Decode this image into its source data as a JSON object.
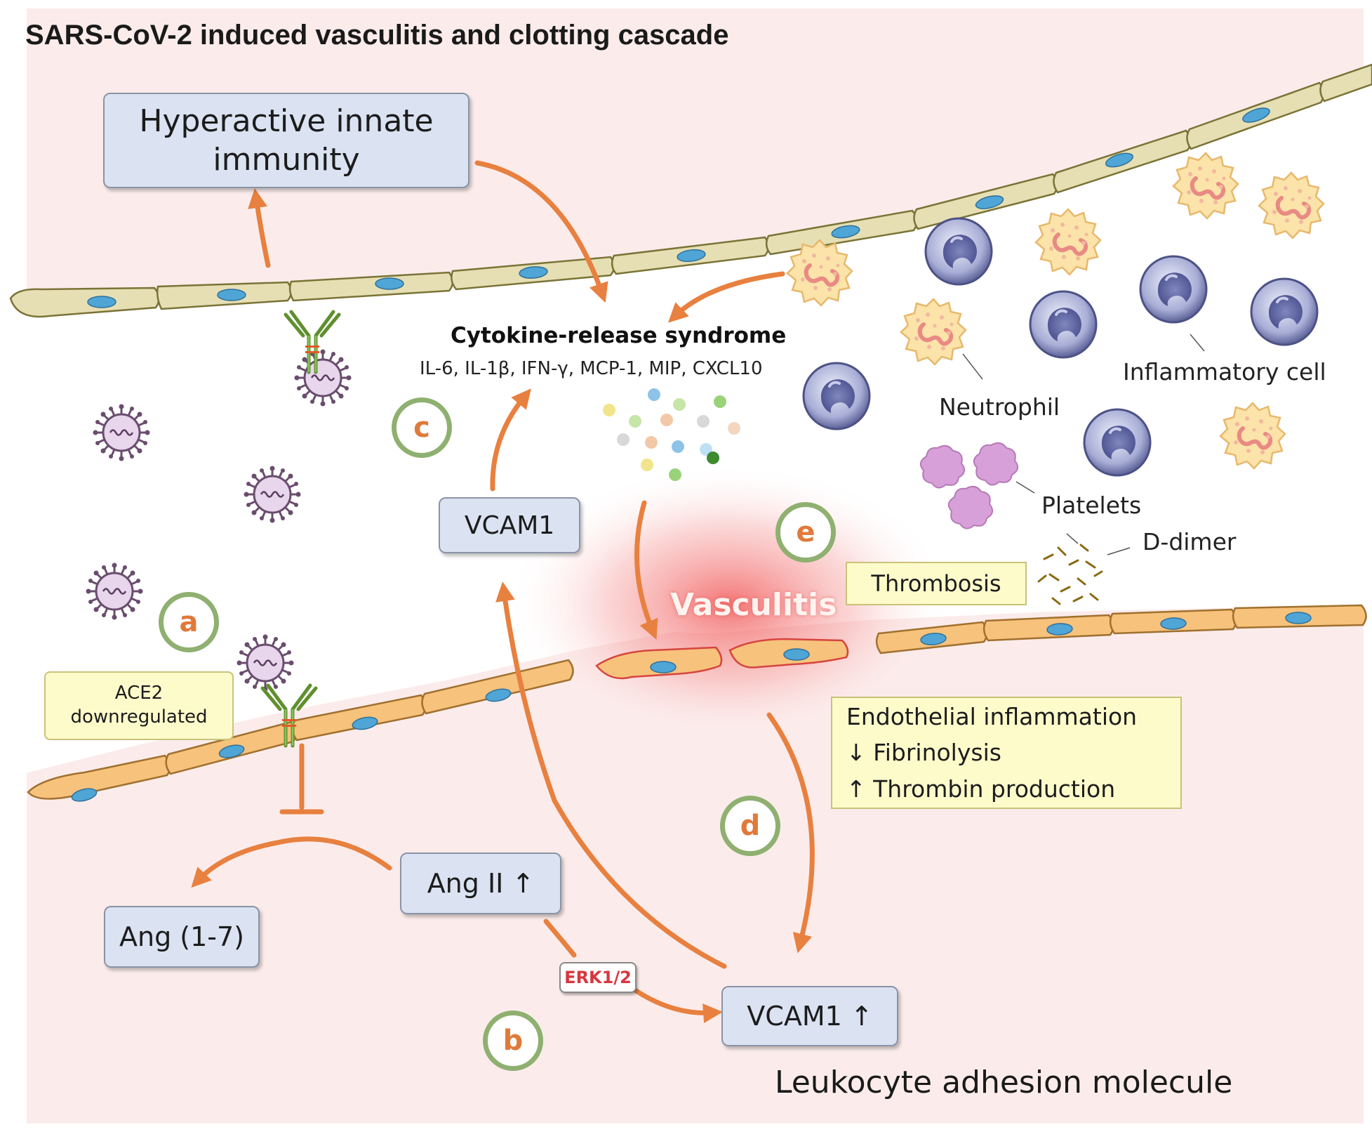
{
  "title": "SARS-CoV-2 induced vasculitis and clotting cascade",
  "boxes": {
    "innate": "Hyperactive innate immunity",
    "vcam_top": "VCAM1",
    "ang2": "Ang II ↑",
    "ang17": "Ang (1-7)",
    "vcam_bottom": "VCAM1 ↑"
  },
  "cytokine": {
    "title": "Cytokine-release syndrome",
    "list": "IL-6, IL-1β, IFN-γ, MCP-1, MIP, CXCL10"
  },
  "notes": {
    "ace2_line1": "ACE2",
    "ace2_line2": "downregulated",
    "thrombosis": "Thrombosis",
    "endo_line1": "Endothelial inflammation",
    "endo_line2": "↓ Fibrinolysis",
    "endo_line3": "↑ Thrombin production"
  },
  "erk": "ERK1/2",
  "vasculitis": "Vasculitis",
  "cell_labels": {
    "neutrophil": "Neutrophil",
    "inflammatory": "Inflammatory cell",
    "platelets": "Platelets",
    "ddimer": "D-dimer"
  },
  "footer": "Leukocyte adhesion molecule",
  "steps": [
    "a",
    "b",
    "c",
    "d",
    "e"
  ],
  "colors": {
    "arrow": "#e8803f",
    "step_ring": "#8fb070",
    "step_text": "#e07a3a",
    "box_fill": "#dbe3f2",
    "note_fill": "#fefbcb",
    "erk_text": "#d9363e",
    "vessel_bg": "#fbeceb",
    "top_endothelium": "#e6dfb4",
    "bottom_endothelium": "#f6c27c",
    "nucleus": "#4fa6d6"
  }
}
